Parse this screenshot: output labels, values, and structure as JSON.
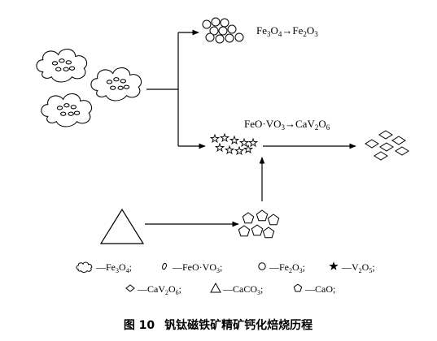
{
  "reactions": {
    "top_prefix": "Fe",
    "top_sub1": "3",
    "top_mid": "O",
    "top_sub2": "4",
    "top_arrow": "→Fe",
    "top_sub3": "2",
    "top_end": "O",
    "top_sub4": "3",
    "mid_prefix": "FeO·VO",
    "mid_sub1": "3",
    "mid_arrow": "→CaV",
    "mid_sub2": "2",
    "mid_end": "O",
    "mid_sub3": "6"
  },
  "legend": {
    "row1": [
      {
        "icon": "cloud-icon",
        "pre": "—Fe",
        "s1": "3",
        "mid": "O",
        "s2": "4",
        "post": ";"
      },
      {
        "icon": "small-oval-icon",
        "pre": "—FeO·VO",
        "s1": "3",
        "post": ";"
      },
      {
        "icon": "circle-icon",
        "pre": "—Fe",
        "s1": "2",
        "mid": "O",
        "s2": "3",
        "post": ";"
      },
      {
        "icon": "star-icon",
        "pre": "—V",
        "s1": "2",
        "mid": "O",
        "s2": "5",
        "post": ";"
      }
    ],
    "row2": [
      {
        "icon": "diamond-icon",
        "pre": "—CaV",
        "s1": "2",
        "mid": "O",
        "s2": "6",
        "post": ";"
      },
      {
        "icon": "triangle-icon",
        "pre": "—CaCO",
        "s1": "3",
        "post": ";"
      },
      {
        "icon": "pentagon-icon",
        "pre": "—CaO",
        "post": ";"
      }
    ]
  },
  "caption": {
    "number": "图 10",
    "title": "钒钛磁铁矿精矿钙化焙烧历程"
  }
}
